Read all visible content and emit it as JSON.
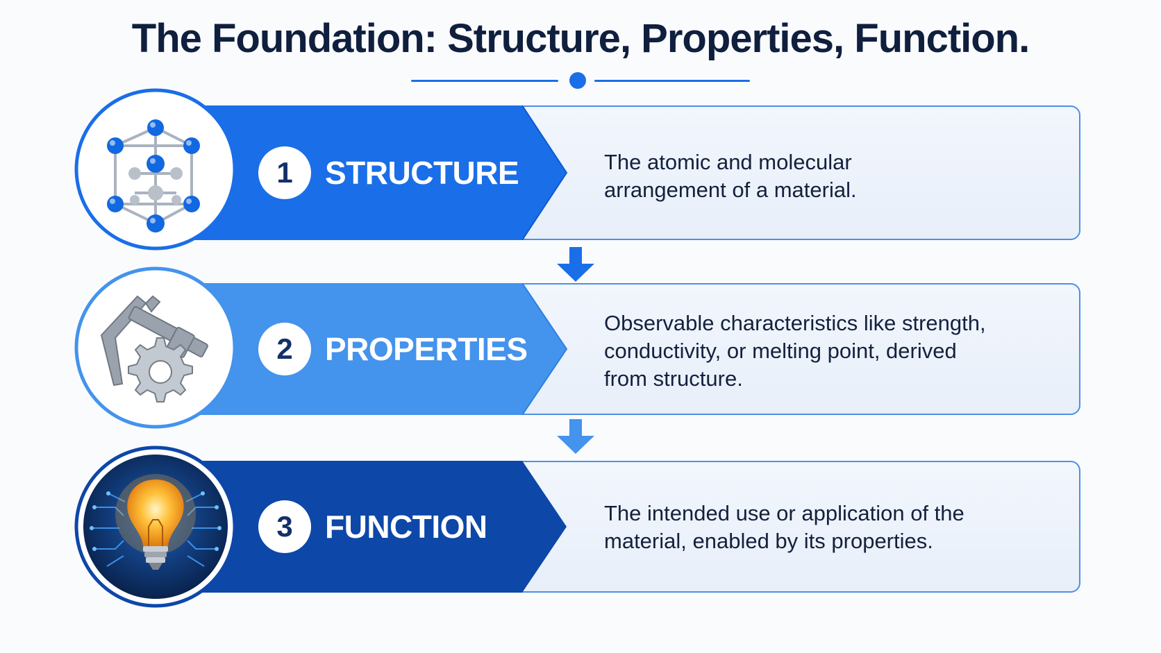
{
  "title": "The Foundation: Structure, Properties, Function.",
  "colors": {
    "structure": "#1a6ee8",
    "properties": "#4493ec",
    "function": "#0d47a8",
    "text": "#14213d",
    "title": "#0f1f3d"
  },
  "steps": [
    {
      "number": "1",
      "label": "STRUCTURE",
      "icon": "crystal-lattice-icon",
      "description_lines": [
        "The atomic and molecular",
        "arrangement of a material."
      ]
    },
    {
      "number": "2",
      "label": "PROPERTIES",
      "icon": "caliper-gear-icon",
      "description_lines": [
        "Observable characteristics like strength,",
        "conductivity, or melting point, derived",
        "from structure."
      ]
    },
    {
      "number": "3",
      "label": "FUNCTION",
      "icon": "lightbulb-circuit-icon",
      "description_lines": [
        "The intended use or application of the",
        "material, enabled by its properties."
      ]
    }
  ]
}
